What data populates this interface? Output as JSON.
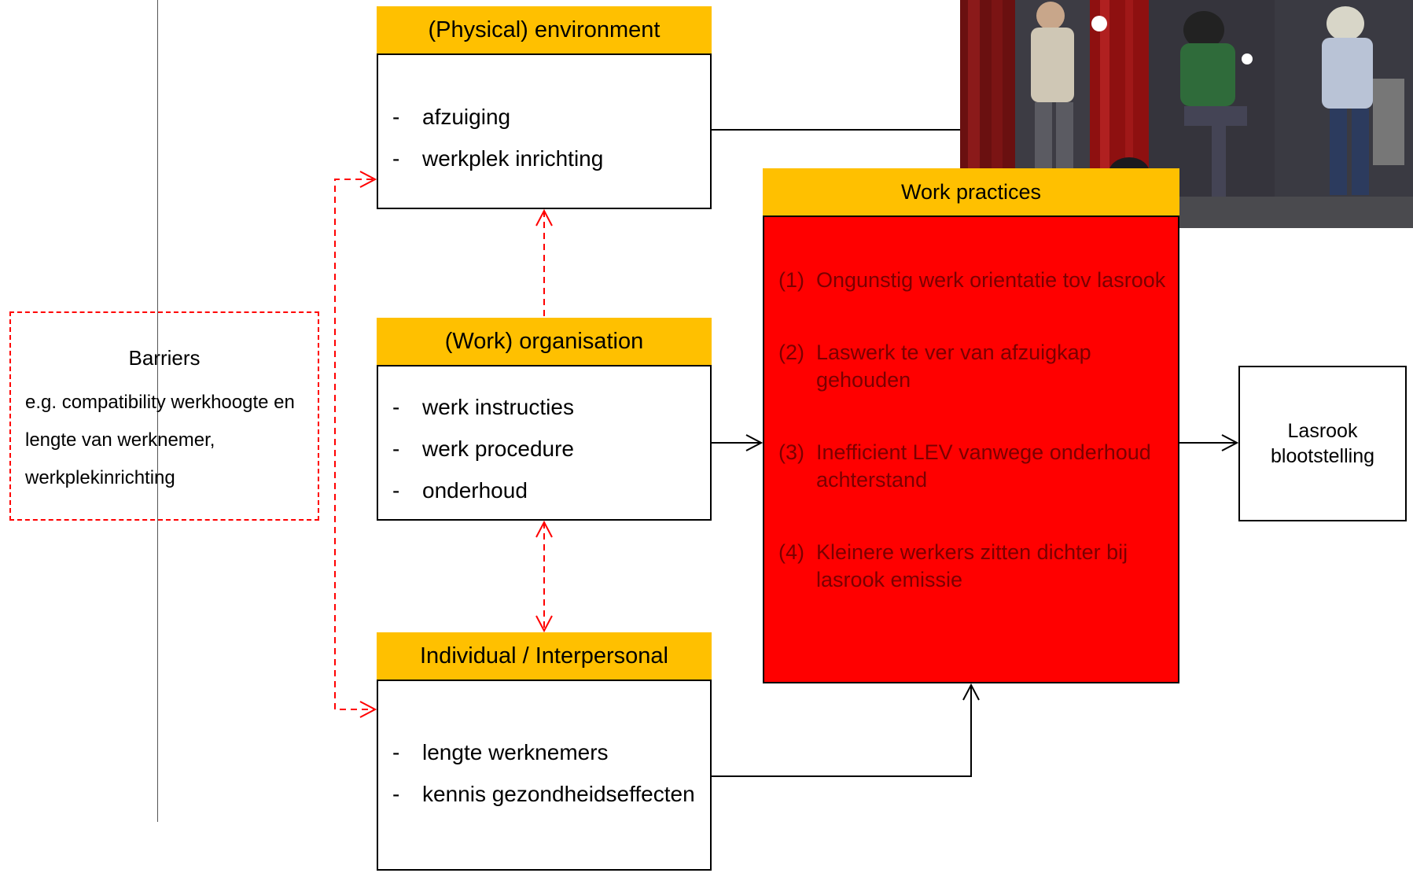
{
  "boxes": {
    "physical": {
      "title": "(Physical) environment",
      "items": [
        "afzuiging",
        "werkplek inrichting"
      ]
    },
    "organisation": {
      "title": "(Work) organisation",
      "items": [
        "werk instructies",
        "werk procedure",
        "onderhoud"
      ]
    },
    "individual": {
      "title": "Individual / Interpersonal",
      "items": [
        "lengte werknemers",
        "kennis gezondheidseffecten"
      ]
    },
    "work_practices": {
      "title": "Work practices",
      "items": [
        {
          "num": "(1)",
          "text": "Ongunstig werk orientatie tov lasrook"
        },
        {
          "num": "(2)",
          "text": "Laswerk te ver van afzuigkap gehouden"
        },
        {
          "num": "(3)",
          "text": "Inefficient LEV vanwege onderhoud achterstand"
        },
        {
          "num": "(4)",
          "text": "Kleinere werkers zitten dichter bij lasrook emissie"
        }
      ]
    },
    "outcome": {
      "line1": "Lasrook",
      "line2": "blootstelling"
    }
  },
  "barriers": {
    "title": "Barriers",
    "description": "e.g. compatibility werkhoogte en lengte van werknemer, werkplekinrichting"
  },
  "photo": {
    "subject": "welding-workshop-photo"
  },
  "colors": {
    "header_fill": "#FFC000",
    "practices_fill": "#FF0000",
    "practices_text": "#7A0000",
    "barrier_line": "#FF0000"
  }
}
